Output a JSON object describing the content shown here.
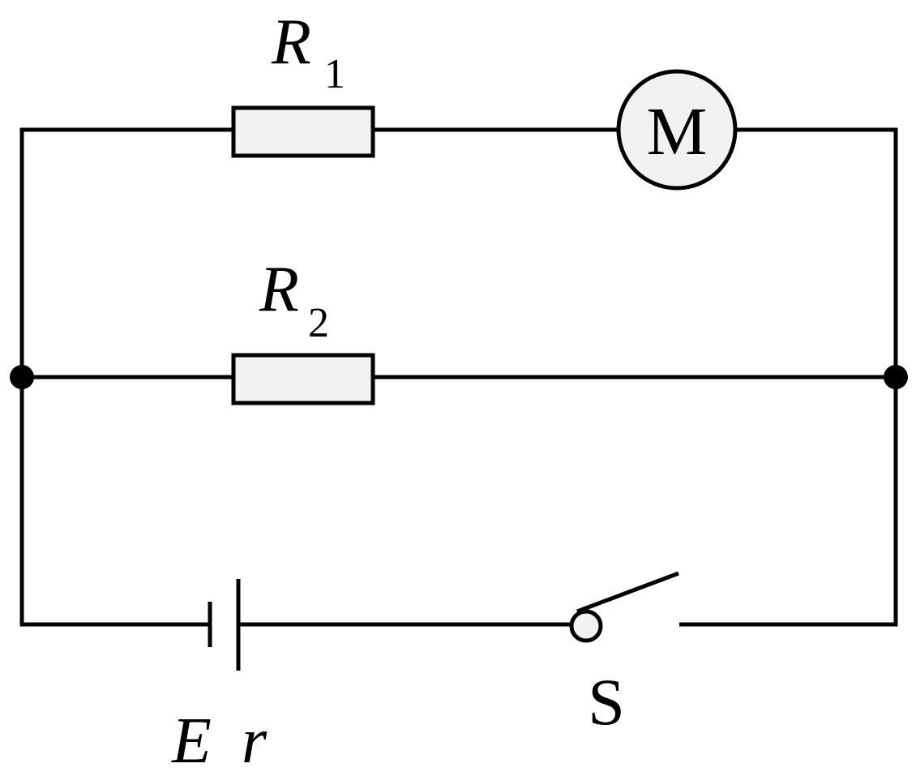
{
  "diagram": {
    "colors": {
      "wire": "#000000",
      "component_fill": "#f2f2f2",
      "background": "#ffffff"
    },
    "resistor_1": {
      "symbol": "R",
      "subscript": "1"
    },
    "resistor_2": {
      "symbol": "R",
      "subscript": "2"
    },
    "motor": {
      "label": "M"
    },
    "battery": {
      "emf_label": "E",
      "internal_resistance_label": "r"
    },
    "switch": {
      "label": "S",
      "state": "open"
    },
    "junctions": [
      "left-node",
      "right-node"
    ]
  }
}
